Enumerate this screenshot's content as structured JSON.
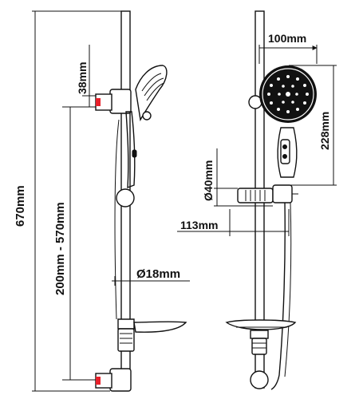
{
  "colors": {
    "line": "#111111",
    "accent": "#e8202a",
    "background": "#ffffff"
  },
  "labels": {
    "total_height": "670mm",
    "bracket_adjust": "200mm - 570mm",
    "bracket_offset": "38mm",
    "rail_diameter": "Ø18mm",
    "head_width": "100mm",
    "head_length": "228mm",
    "slider_diameter": "Ø40mm",
    "slider_depth": "113mm"
  }
}
